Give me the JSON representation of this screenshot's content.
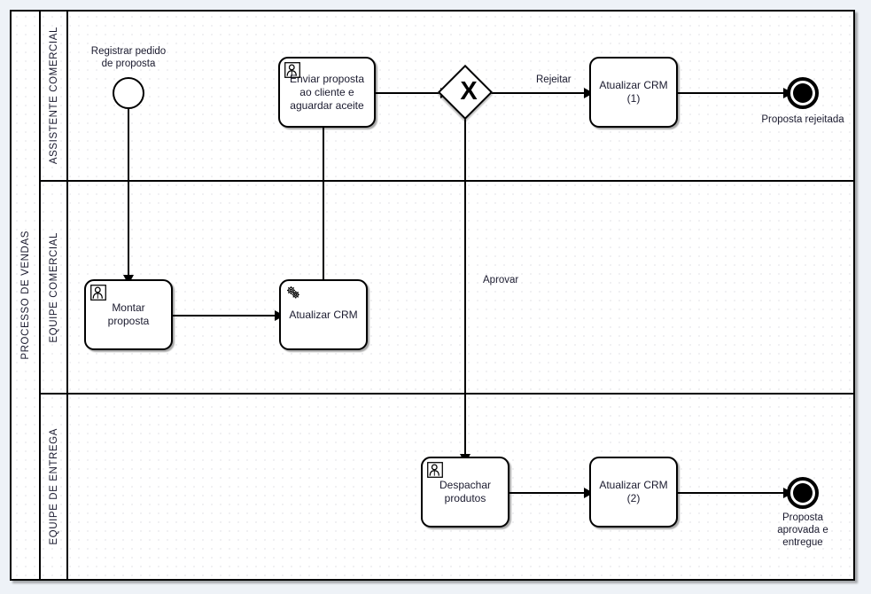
{
  "diagram": {
    "type": "bpmn-process",
    "pool": {
      "label": "PROCESSO DE VENDAS"
    },
    "lanes": [
      {
        "id": "lane-assistente",
        "label": "ASSISTENTE COMERCIAL"
      },
      {
        "id": "lane-equipe-comercial",
        "label": "EQUIPE COMERCIAL"
      },
      {
        "id": "lane-equipe-entrega",
        "label": "EQUIPE DE ENTREGA"
      }
    ],
    "events": [
      {
        "id": "start-registrar",
        "kind": "start",
        "label": "Registrar pedido\nde proposta"
      },
      {
        "id": "end-rejeitada",
        "kind": "end",
        "label": "Proposta rejeitada"
      },
      {
        "id": "end-aprovada",
        "kind": "end",
        "label": "Proposta\naprovada e\nentregue"
      }
    ],
    "tasks": [
      {
        "id": "task-enviar-proposta",
        "label": "Enviar proposta\nao cliente e\naguardar aceite",
        "icon": "user-task-icon",
        "lane": "lane-assistente"
      },
      {
        "id": "task-atualizar-crm-1",
        "label": "Atualizar CRM\n(1)",
        "icon": "none",
        "lane": "lane-assistente"
      },
      {
        "id": "task-montar-proposta",
        "label": "Montar proposta",
        "icon": "user-task-icon",
        "lane": "lane-equipe-comercial"
      },
      {
        "id": "task-atualizar-crm",
        "label": "Atualizar CRM",
        "icon": "service-task-icon",
        "lane": "lane-equipe-comercial"
      },
      {
        "id": "task-despachar-produtos",
        "label": "Despachar\nprodutos",
        "icon": "user-task-icon",
        "lane": "lane-equipe-entrega"
      },
      {
        "id": "task-atualizar-crm-2",
        "label": "Atualizar CRM\n(2)",
        "icon": "none",
        "lane": "lane-equipe-entrega"
      }
    ],
    "gateways": [
      {
        "id": "gateway-exclusivo",
        "kind": "exclusive",
        "marker": "X"
      }
    ],
    "flow_labels": {
      "rejeitar": "Rejeitar",
      "aprovar": "Aprovar"
    },
    "colors": {
      "canvas_background": "#eef2f7",
      "pool_background": "#ffffff",
      "stroke": "#000000",
      "text": "#1a1a2e",
      "grid_dot": "#cfcfd6"
    }
  }
}
